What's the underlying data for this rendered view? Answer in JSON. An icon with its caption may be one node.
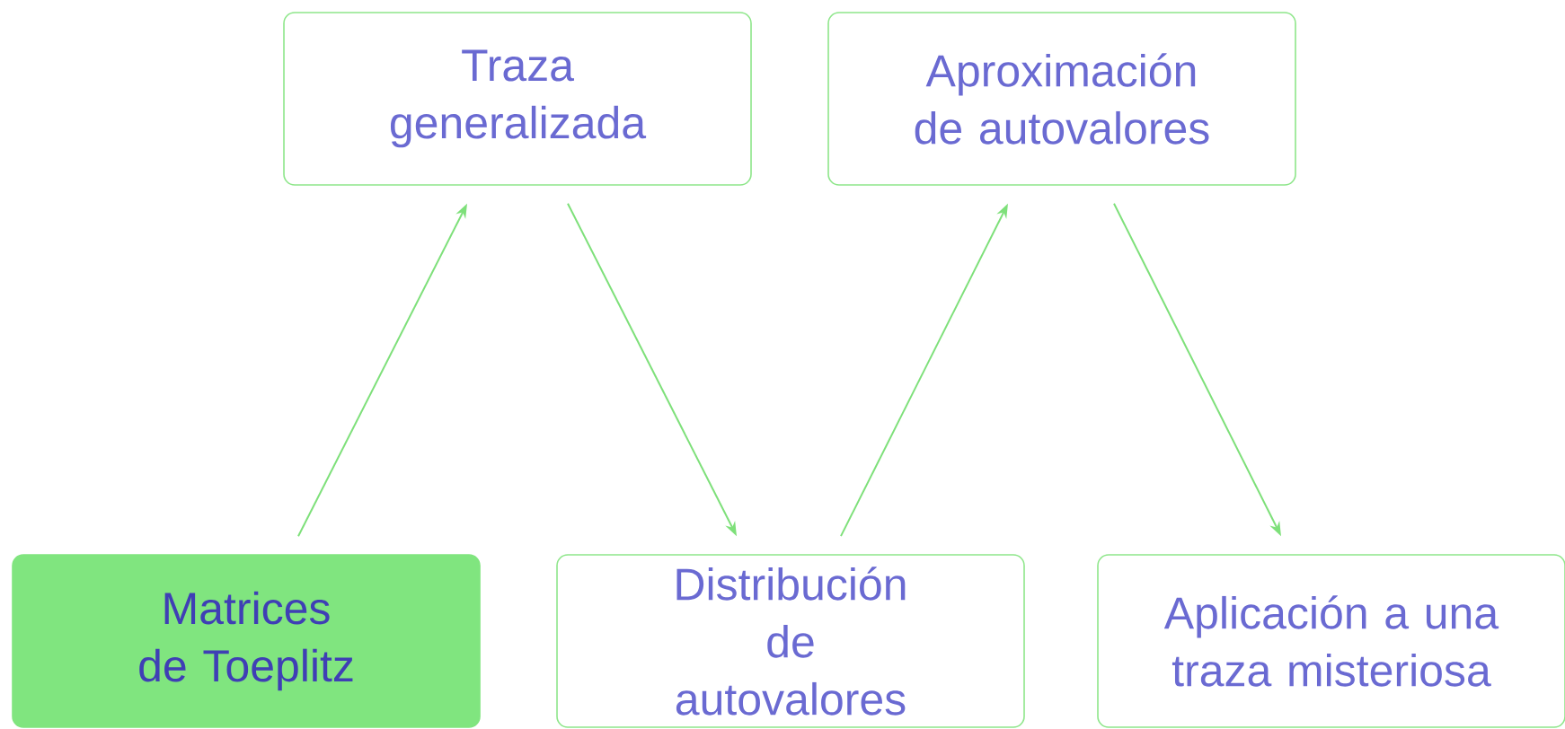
{
  "diagram": {
    "nodes": [
      {
        "text": [
          "Traza generalizada"
        ]
      },
      {
        "text": [
          "Aproximación de autovalores"
        ]
      },
      {
        "text": [
          "Matrices de Toeplitz"
        ]
      },
      {
        "text": [
          "Distribución de autovalores"
        ]
      },
      {
        "text": [
          "Aplicación a una traza misteriosa"
        ]
      }
    ],
    "edges": [
      {
        "from": 2,
        "to": 0,
        "arrow": "to"
      },
      {
        "from": 0,
        "to": 3,
        "arrow": "to"
      },
      {
        "from": 3,
        "to": 1,
        "arrow": "to"
      },
      {
        "from": 1,
        "to": 4,
        "arrow": "to"
      }
    ]
  }
}
